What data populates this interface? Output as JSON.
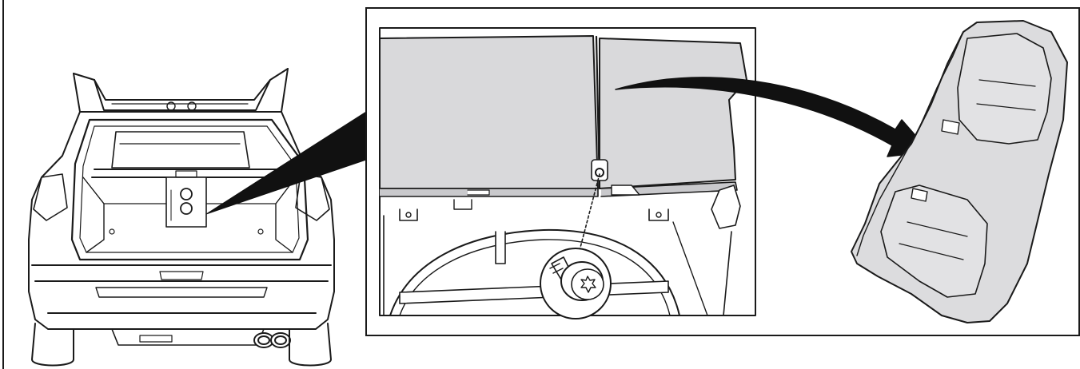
{
  "illustration": {
    "vehicle": "rear-view-open-tailgate",
    "detail_view": "boot-floor-panel-with-screw",
    "target": "folded-rear-seat-backrest",
    "colors": {
      "line": "#1a1a1a",
      "panel_fill": "#d9d9db",
      "seat_fill": "#dcdcde",
      "background": "#ffffff"
    }
  }
}
